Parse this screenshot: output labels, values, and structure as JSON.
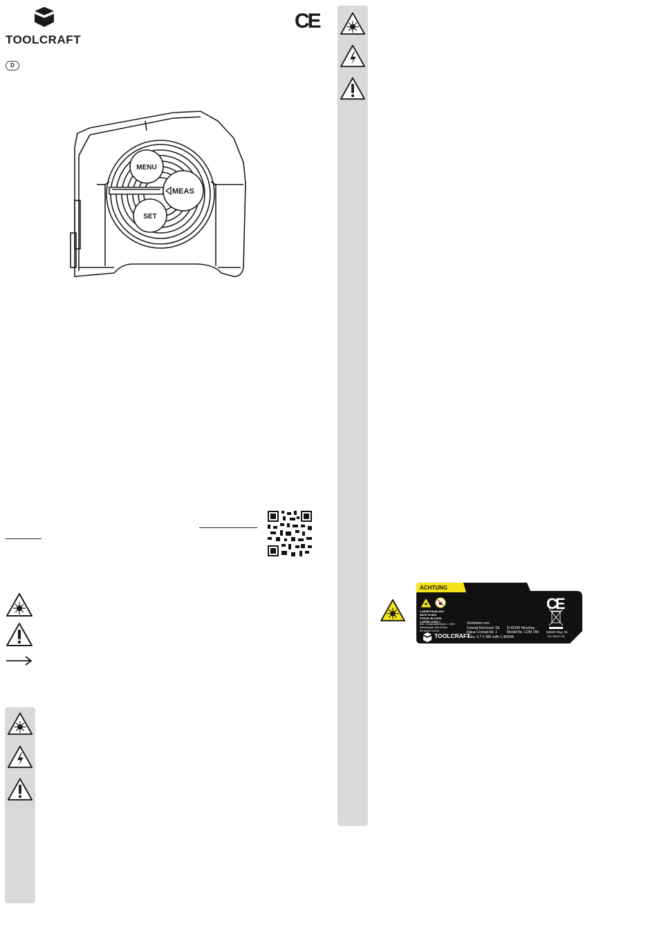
{
  "brand": {
    "name": "TOOLCRAFT",
    "language_code": "D",
    "ce_mark": "CE"
  },
  "device": {
    "menu_label": "MENU",
    "meas_label": "MEAS",
    "set_label": "SET"
  },
  "left_symbols": [
    "laser-warning-icon",
    "exclamation-warning-icon",
    "arrow-tip-icon"
  ],
  "left_sidebar_icons": [
    "laser-warning-icon",
    "electric-shock-icon",
    "exclamation-warning-icon"
  ],
  "right_sidebar_icons": [
    "laser-warning-icon",
    "electric-shock-icon",
    "exclamation-warning-icon"
  ],
  "product_label": {
    "header": "ACHTUNG",
    "laser_warning_lines": [
      "LASERSTRAHLUNG",
      "NICHT IN DEN",
      "STRAHL BLICKEN",
      "LASERKLASSE 2"
    ],
    "specs_lines": [
      "Max. Ausgangsleistung: < 1mW",
      "Wellenlänge: 630-670nm",
      "EN 60825-1:2014"
    ],
    "distributor_lines": [
      "Vertrieben von:",
      "Conrad Electronic SE",
      "Klaus-Conrad-Str. 1"
    ],
    "address": "D-92240 Hirschau",
    "model": "Modell Nr.: LDM 7A0",
    "battery": "Akku: 3,7 V 380 mAh 1,406Wh",
    "brand": "TOOLCRAFT",
    "ce_mark": "CE",
    "weee_label": "WEEE-Reg.-Nr.",
    "weee_number": "DE 28001718",
    "colors": {
      "header": "#f5e31a",
      "body": "#111111"
    }
  }
}
